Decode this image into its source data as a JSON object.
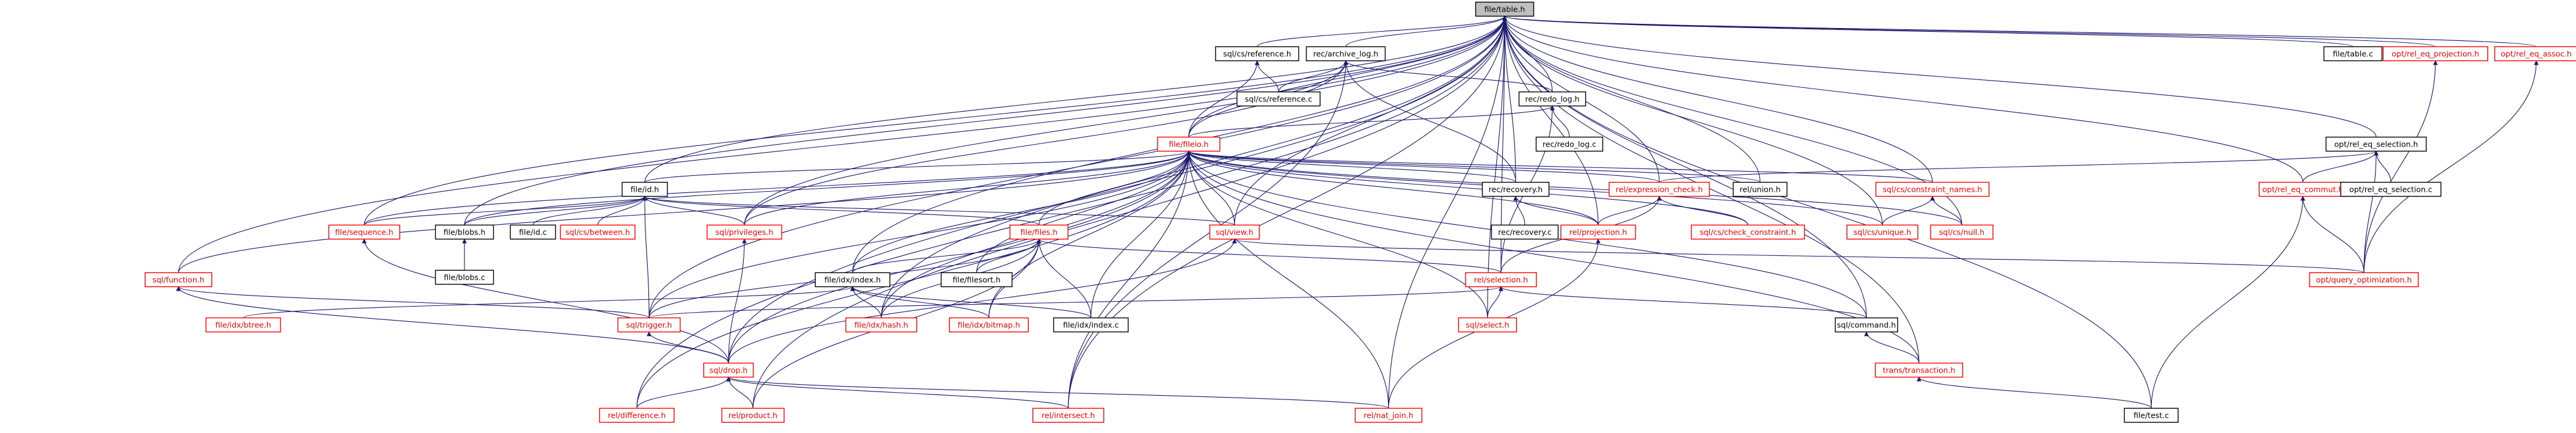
{
  "colors": {
    "edge": "#191970",
    "normal_text": "#000000",
    "linked_text": "#ff0000",
    "normal_border": "#000000",
    "linked_border": "#ff0000",
    "root_fill": "#bfbfbf",
    "node_fill": "#ffffff"
  },
  "nodes": [
    {
      "id": "root",
      "label": "file/table.h",
      "style": "root"
    },
    {
      "id": "cs_reference_h",
      "label": "sql/cs/reference.h",
      "style": "normal"
    },
    {
      "id": "archive_log_h",
      "label": "rec/archive_log.h",
      "style": "normal"
    },
    {
      "id": "cs_reference_c",
      "label": "sql/cs/reference.c",
      "style": "normal"
    },
    {
      "id": "redo_log_h",
      "label": "rec/redo_log.h",
      "style": "normal"
    },
    {
      "id": "redo_log_c",
      "label": "rec/redo_log.c",
      "style": "normal"
    },
    {
      "id": "fileio_h",
      "label": "file/fileio.h",
      "style": "linked"
    },
    {
      "id": "table_c",
      "label": "file/table.c",
      "style": "normal"
    },
    {
      "id": "rel_eq_projection_h",
      "label": "opt/rel_eq_projection.h",
      "style": "linked"
    },
    {
      "id": "rel_eq_assoc_h",
      "label": "opt/rel_eq_assoc.h",
      "style": "linked"
    },
    {
      "id": "rel_eq_selection_h",
      "label": "opt/rel_eq_selection.h",
      "style": "normal"
    },
    {
      "id": "rel_eq_commut_h",
      "label": "opt/rel_eq_commut.h",
      "style": "linked"
    },
    {
      "id": "rel_eq_selection_c",
      "label": "opt/rel_eq_selection.c",
      "style": "normal"
    },
    {
      "id": "id_h",
      "label": "file/id.h",
      "style": "normal"
    },
    {
      "id": "recovery_h",
      "label": "rec/recovery.h",
      "style": "normal"
    },
    {
      "id": "expression_check_h",
      "label": "rel/expression_check.h",
      "style": "linked"
    },
    {
      "id": "union_h",
      "label": "rel/union.h",
      "style": "normal"
    },
    {
      "id": "constraint_names_h",
      "label": "sql/cs/constraint_names.h",
      "style": "linked"
    },
    {
      "id": "sequence_h",
      "label": "file/sequence.h",
      "style": "linked"
    },
    {
      "id": "blobs_h",
      "label": "file/blobs.h",
      "style": "normal"
    },
    {
      "id": "id_c",
      "label": "file/id.c",
      "style": "normal"
    },
    {
      "id": "between_h",
      "label": "sql/cs/between.h",
      "style": "linked"
    },
    {
      "id": "privileges_h",
      "label": "sql/privileges.h",
      "style": "linked"
    },
    {
      "id": "files_h",
      "label": "file/files.h",
      "style": "linked"
    },
    {
      "id": "view_h",
      "label": "sql/view.h",
      "style": "linked"
    },
    {
      "id": "recovery_c",
      "label": "rec/recovery.c",
      "style": "normal"
    },
    {
      "id": "projection_h",
      "label": "rel/projection.h",
      "style": "linked"
    },
    {
      "id": "check_constraint_h",
      "label": "sql/cs/check_constraint.h",
      "style": "linked"
    },
    {
      "id": "unique_h",
      "label": "sql/cs/unique.h",
      "style": "linked"
    },
    {
      "id": "cs_null_h",
      "label": "sql/cs/null.h",
      "style": "linked"
    },
    {
      "id": "query_optimization_h",
      "label": "opt/query_optimization.h",
      "style": "linked"
    },
    {
      "id": "blobs_c",
      "label": "file/blobs.c",
      "style": "normal"
    },
    {
      "id": "function_h",
      "label": "sql/function.h",
      "style": "linked"
    },
    {
      "id": "idx_index_h",
      "label": "file/idx/index.h",
      "style": "normal"
    },
    {
      "id": "filesort_h",
      "label": "file/filesort.h",
      "style": "normal"
    },
    {
      "id": "selection_h",
      "label": "rel/selection.h",
      "style": "linked"
    },
    {
      "id": "btree_h",
      "label": "file/idx/btree.h",
      "style": "linked"
    },
    {
      "id": "trigger_h",
      "label": "sql/trigger.h",
      "style": "linked"
    },
    {
      "id": "hash_h",
      "label": "file/idx/hash.h",
      "style": "linked"
    },
    {
      "id": "bitmap_h",
      "label": "file/idx/bitmap.h",
      "style": "linked"
    },
    {
      "id": "idx_index_c",
      "label": "file/idx/index.c",
      "style": "normal"
    },
    {
      "id": "select_h",
      "label": "sql/select.h",
      "style": "linked"
    },
    {
      "id": "command_h",
      "label": "sql/command.h",
      "style": "normal"
    },
    {
      "id": "drop_h",
      "label": "sql/drop.h",
      "style": "linked"
    },
    {
      "id": "transaction_h",
      "label": "trans/transaction.h",
      "style": "linked"
    },
    {
      "id": "difference_h",
      "label": "rel/difference.h",
      "style": "linked"
    },
    {
      "id": "product_h",
      "label": "rel/product.h",
      "style": "linked"
    },
    {
      "id": "intersect_h",
      "label": "rel/intersect.h",
      "style": "linked"
    },
    {
      "id": "nat_join_h",
      "label": "rel/nat_join.h",
      "style": "linked"
    },
    {
      "id": "test_c",
      "label": "file/test.c",
      "style": "normal"
    }
  ],
  "edges": [
    [
      "root",
      "cs_reference_h"
    ],
    [
      "root",
      "archive_log_h"
    ],
    [
      "root",
      "redo_log_h"
    ],
    [
      "root",
      "fileio_h"
    ],
    [
      "root",
      "table_c"
    ],
    [
      "root",
      "rel_eq_projection_h"
    ],
    [
      "root",
      "rel_eq_assoc_h"
    ],
    [
      "root",
      "rel_eq_selection_h"
    ],
    [
      "root",
      "rel_eq_commut_h"
    ],
    [
      "root",
      "id_h"
    ],
    [
      "root",
      "recovery_h"
    ],
    [
      "root",
      "expression_check_h"
    ],
    [
      "root",
      "union_h"
    ],
    [
      "root",
      "constraint_names_h"
    ],
    [
      "root",
      "sequence_h"
    ],
    [
      "root",
      "blobs_h"
    ],
    [
      "root",
      "privileges_h"
    ],
    [
      "root",
      "view_h"
    ],
    [
      "root",
      "projection_h"
    ],
    [
      "root",
      "unique_h"
    ],
    [
      "root",
      "cs_null_h"
    ],
    [
      "root",
      "function_h"
    ],
    [
      "root",
      "idx_index_h"
    ],
    [
      "root",
      "selection_h"
    ],
    [
      "root",
      "trigger_h"
    ],
    [
      "root",
      "hash_h"
    ],
    [
      "root",
      "select_h"
    ],
    [
      "root",
      "command_h"
    ],
    [
      "root",
      "drop_h"
    ],
    [
      "root",
      "transaction_h"
    ],
    [
      "root",
      "difference_h"
    ],
    [
      "root",
      "product_h"
    ],
    [
      "root",
      "intersect_h"
    ],
    [
      "root",
      "nat_join_h"
    ],
    [
      "root",
      "test_c"
    ],
    [
      "cs_reference_h",
      "cs_reference_c"
    ],
    [
      "cs_reference_h",
      "fileio_h"
    ],
    [
      "archive_log_h",
      "cs_reference_c"
    ],
    [
      "archive_log_h",
      "redo_log_h"
    ],
    [
      "archive_log_h",
      "fileio_h"
    ],
    [
      "archive_log_h",
      "recovery_h"
    ],
    [
      "archive_log_h",
      "privileges_h"
    ],
    [
      "archive_log_h",
      "intersect_h"
    ],
    [
      "redo_log_h",
      "redo_log_c"
    ],
    [
      "redo_log_h",
      "fileio_h"
    ],
    [
      "redo_log_h",
      "selection_h"
    ],
    [
      "rel_eq_projection_h",
      "query_optimization_h"
    ],
    [
      "rel_eq_assoc_h",
      "query_optimization_h"
    ],
    [
      "rel_eq_selection_h",
      "rel_eq_commut_h"
    ],
    [
      "rel_eq_selection_h",
      "rel_eq_selection_c"
    ],
    [
      "rel_eq_selection_h",
      "query_optimization_h"
    ],
    [
      "rel_eq_selection_h",
      "expression_check_h"
    ],
    [
      "rel_eq_commut_h",
      "query_optimization_h"
    ],
    [
      "rel_eq_commut_h",
      "test_c"
    ],
    [
      "fileio_h",
      "id_h"
    ],
    [
      "fileio_h",
      "recovery_h"
    ],
    [
      "fileio_h",
      "expression_check_h"
    ],
    [
      "fileio_h",
      "union_h"
    ],
    [
      "fileio_h",
      "constraint_names_h"
    ],
    [
      "fileio_h",
      "sequence_h"
    ],
    [
      "fileio_h",
      "blobs_h"
    ],
    [
      "fileio_h",
      "privileges_h"
    ],
    [
      "fileio_h",
      "files_h"
    ],
    [
      "fileio_h",
      "view_h"
    ],
    [
      "fileio_h",
      "projection_h"
    ],
    [
      "fileio_h",
      "check_constraint_h"
    ],
    [
      "fileio_h",
      "unique_h"
    ],
    [
      "fileio_h",
      "cs_null_h"
    ],
    [
      "fileio_h",
      "filesort_h"
    ],
    [
      "fileio_h",
      "idx_index_h"
    ],
    [
      "fileio_h",
      "function_h"
    ],
    [
      "fileio_h",
      "trigger_h"
    ],
    [
      "fileio_h",
      "hash_h"
    ],
    [
      "fileio_h",
      "bitmap_h"
    ],
    [
      "fileio_h",
      "idx_index_c"
    ],
    [
      "fileio_h",
      "select_h"
    ],
    [
      "fileio_h",
      "command_h"
    ],
    [
      "fileio_h",
      "drop_h"
    ],
    [
      "fileio_h",
      "transaction_h"
    ],
    [
      "fileio_h",
      "difference_h"
    ],
    [
      "fileio_h",
      "intersect_h"
    ],
    [
      "fileio_h",
      "nat_join_h"
    ],
    [
      "id_h",
      "sequence_h"
    ],
    [
      "id_h",
      "blobs_h"
    ],
    [
      "id_h",
      "id_c"
    ],
    [
      "id_h",
      "between_h"
    ],
    [
      "id_h",
      "privileges_h"
    ],
    [
      "id_h",
      "files_h"
    ],
    [
      "id_h",
      "view_h"
    ],
    [
      "id_h",
      "trigger_h"
    ],
    [
      "recovery_h",
      "recovery_c"
    ],
    [
      "recovery_h",
      "projection_h"
    ],
    [
      "expression_check_h",
      "projection_h"
    ],
    [
      "expression_check_h",
      "check_constraint_h"
    ],
    [
      "expression_check_h",
      "selection_h"
    ],
    [
      "constraint_names_h",
      "unique_h"
    ],
    [
      "constraint_names_h",
      "cs_null_h"
    ],
    [
      "blobs_h",
      "blobs_c"
    ],
    [
      "sequence_h",
      "drop_h"
    ],
    [
      "privileges_h",
      "drop_h"
    ],
    [
      "files_h",
      "filesort_h"
    ],
    [
      "files_h",
      "idx_index_h"
    ],
    [
      "files_h",
      "trigger_h"
    ],
    [
      "files_h",
      "hash_h"
    ],
    [
      "files_h",
      "bitmap_h"
    ],
    [
      "files_h",
      "idx_index_c"
    ],
    [
      "files_h",
      "selection_h"
    ],
    [
      "files_h",
      "product_h"
    ],
    [
      "view_h",
      "query_optimization_h"
    ],
    [
      "view_h",
      "drop_h"
    ],
    [
      "projection_h",
      "nat_join_h"
    ],
    [
      "function_h",
      "trigger_h"
    ],
    [
      "function_h",
      "drop_h"
    ],
    [
      "idx_index_h",
      "btree_h"
    ],
    [
      "idx_index_h",
      "hash_h"
    ],
    [
      "idx_index_h",
      "bitmap_h"
    ],
    [
      "idx_index_h",
      "idx_index_c"
    ],
    [
      "selection_h",
      "select_h"
    ],
    [
      "selection_h",
      "command_h"
    ],
    [
      "selection_h",
      "trigger_h"
    ],
    [
      "trigger_h",
      "drop_h"
    ],
    [
      "command_h",
      "transaction_h"
    ],
    [
      "drop_h",
      "difference_h"
    ],
    [
      "drop_h",
      "product_h"
    ],
    [
      "drop_h",
      "intersect_h"
    ],
    [
      "drop_h",
      "nat_join_h"
    ],
    [
      "transaction_h",
      "test_c"
    ]
  ]
}
